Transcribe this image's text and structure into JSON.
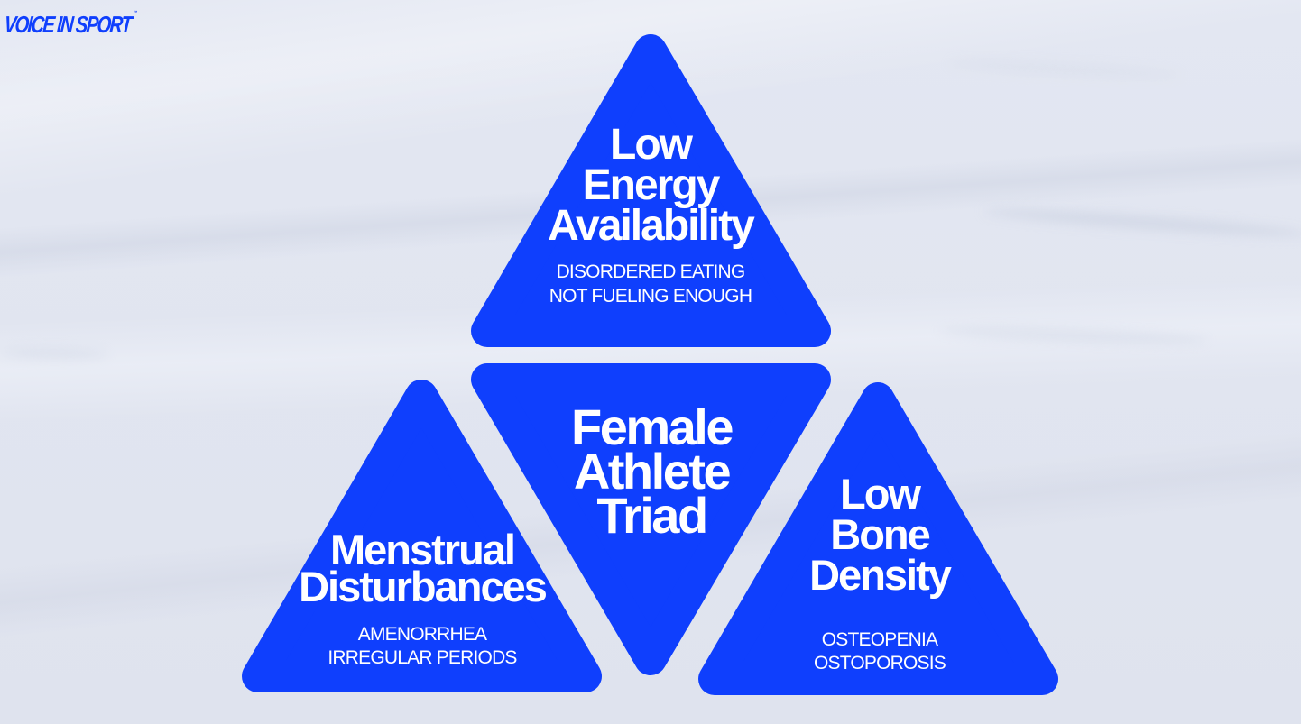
{
  "brand": {
    "logo_text": "VOICE IN SPORT",
    "logo_mark": "™",
    "color": "#0f3ffd"
  },
  "colors": {
    "background": "#e1e5f0",
    "triangle_fill": "#0f3ffd",
    "text": "#ffffff"
  },
  "diagram": {
    "type": "triangle-triad",
    "center": {
      "title_lines": [
        "Female",
        "Athlete",
        "Triad"
      ],
      "orientation": "inverted"
    },
    "top": {
      "title_lines": [
        "Low",
        "Energy",
        "Availability"
      ],
      "subtitle_lines": [
        "DISORDERED EATING",
        "NOT FUELING ENOUGH"
      ]
    },
    "left": {
      "title_lines": [
        "Menstrual",
        "Disturbances"
      ],
      "subtitle_lines": [
        "AMENORRHEA",
        "IRREGULAR PERIODS"
      ]
    },
    "right": {
      "title_lines": [
        "Low",
        "Bone",
        "Density"
      ],
      "subtitle_lines": [
        "OSTEOPENIA",
        "OSTOPOROSIS"
      ]
    }
  }
}
